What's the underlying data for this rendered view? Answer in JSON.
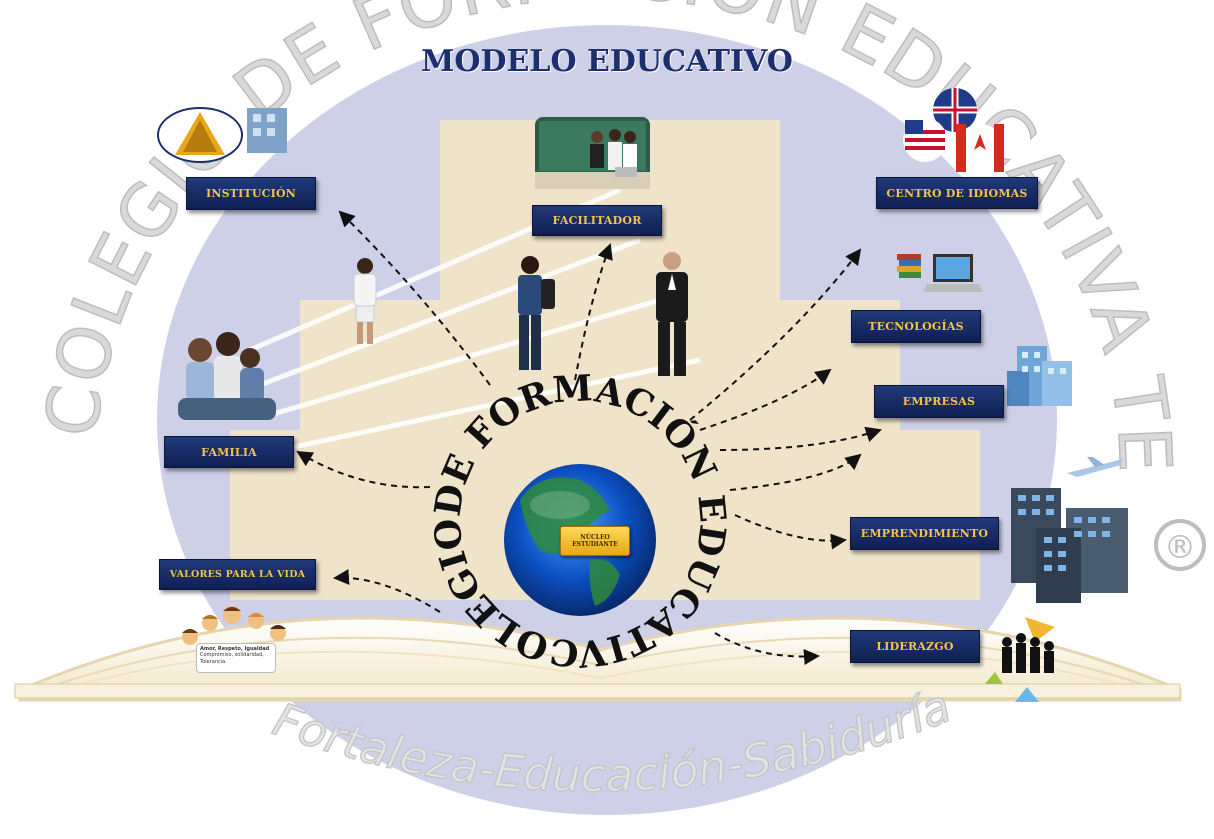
{
  "title": "MODELO EDUCATIVO",
  "watermark": {
    "arc_text": "COLEGIO DE FORMACION EDUCATIVA TENAM, S.C.",
    "registered_mark": "®",
    "motto": "Fortaleza-Educación-Sabiduría"
  },
  "center": {
    "ring_text": "COLEGIODE FORMACIÓN EDUCATIVA TENAM,S.C.",
    "core_label_line1": "NÚCLEO",
    "core_label_line2": "ESTUDIANTE"
  },
  "nodes": {
    "institucion": "INSTITUCIÓN",
    "facilitador": "FACILITADOR",
    "centro_idiomas": "CENTRO DE IDIOMAS",
    "tecnologias": "TECNOLOGÍAS",
    "empresas": "EMPRESAS",
    "familia": "FAMILIA",
    "emprendimiento": "EMPRENDIMIENTO",
    "valores": "VALORES PARA LA VIDA",
    "liderazgo": "LIDERAZGO"
  },
  "values_card": {
    "line1": "Amor, Respeto, Igualdad",
    "line2": "Compromiso, solidaridad,",
    "line3": "Tolerancia."
  },
  "colors": {
    "label_bg": "#1a2f6b",
    "label_text": "#f3c44a",
    "title": "#1c2f6e",
    "watermark": "#d9d9d9",
    "watermark_blue": "#c9cbe6",
    "sand": "#f3e6c6"
  }
}
